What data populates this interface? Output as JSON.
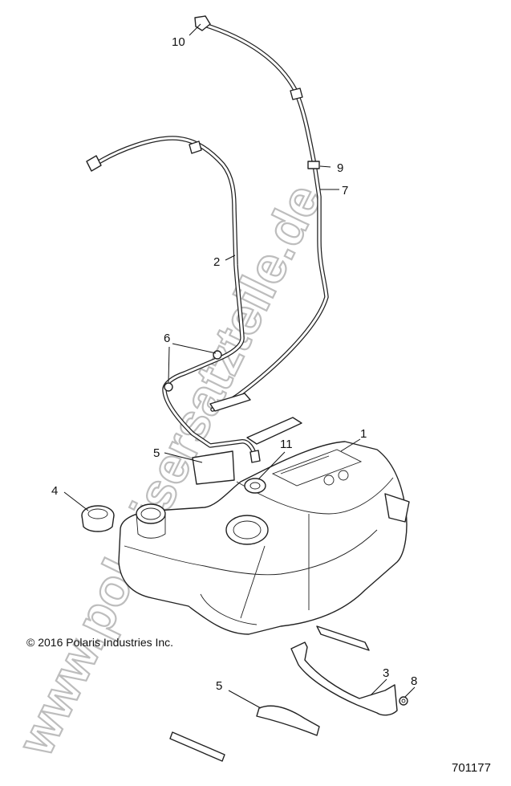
{
  "copyright": "© 2016 Polaris Industries Inc.",
  "diagram_id": "701177",
  "watermark": "www.polarisersatzteile.de",
  "callouts": [
    {
      "id": "c1",
      "label": "1"
    },
    {
      "id": "c2",
      "label": "2"
    },
    {
      "id": "c3",
      "label": "3"
    },
    {
      "id": "c4",
      "label": "4"
    },
    {
      "id": "c5a",
      "label": "5"
    },
    {
      "id": "c5b",
      "label": "5"
    },
    {
      "id": "c6",
      "label": "6"
    },
    {
      "id": "c7",
      "label": "7"
    },
    {
      "id": "c8",
      "label": "8"
    },
    {
      "id": "c9",
      "label": "9"
    },
    {
      "id": "c10",
      "label": "10"
    },
    {
      "id": "c11",
      "label": "11"
    }
  ]
}
